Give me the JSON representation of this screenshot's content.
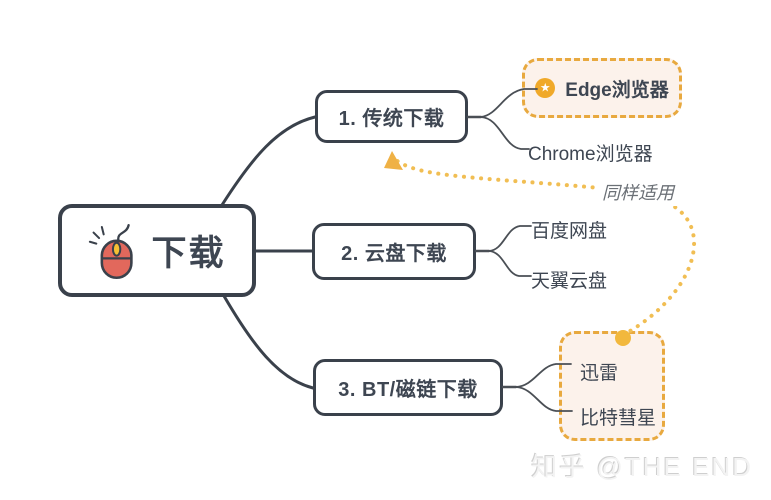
{
  "root": {
    "label": "下载"
  },
  "branches": [
    {
      "label": "1. 传统下载"
    },
    {
      "label": "2. 云盘下载"
    },
    {
      "label": "3. BT/磁链下载"
    }
  ],
  "children": {
    "edge": {
      "label": "Edge浏览器",
      "badge": "★",
      "starred": true
    },
    "chrome": {
      "label": "Chrome浏览器"
    },
    "baidu": {
      "label": "百度网盘"
    },
    "tianyi": {
      "label": "天翼云盘"
    },
    "xunlei": {
      "label": "迅雷"
    },
    "bitcomet": {
      "label": "比特彗星"
    }
  },
  "annotation": {
    "label": "同样适用"
  },
  "watermark": {
    "text": "知乎 @THE END"
  },
  "colors": {
    "node_border": "#3a414b",
    "node_text": "#3e4652",
    "accent_yellow": "#e8a93f",
    "dot_yellow": "#f1be53",
    "highlight_bg": "#fcf2eb",
    "mouse_red": "#e2685c",
    "wheel_yellow": "#f5c033",
    "annotation_text": "#6b7076",
    "star_bg": "#f0a929"
  }
}
